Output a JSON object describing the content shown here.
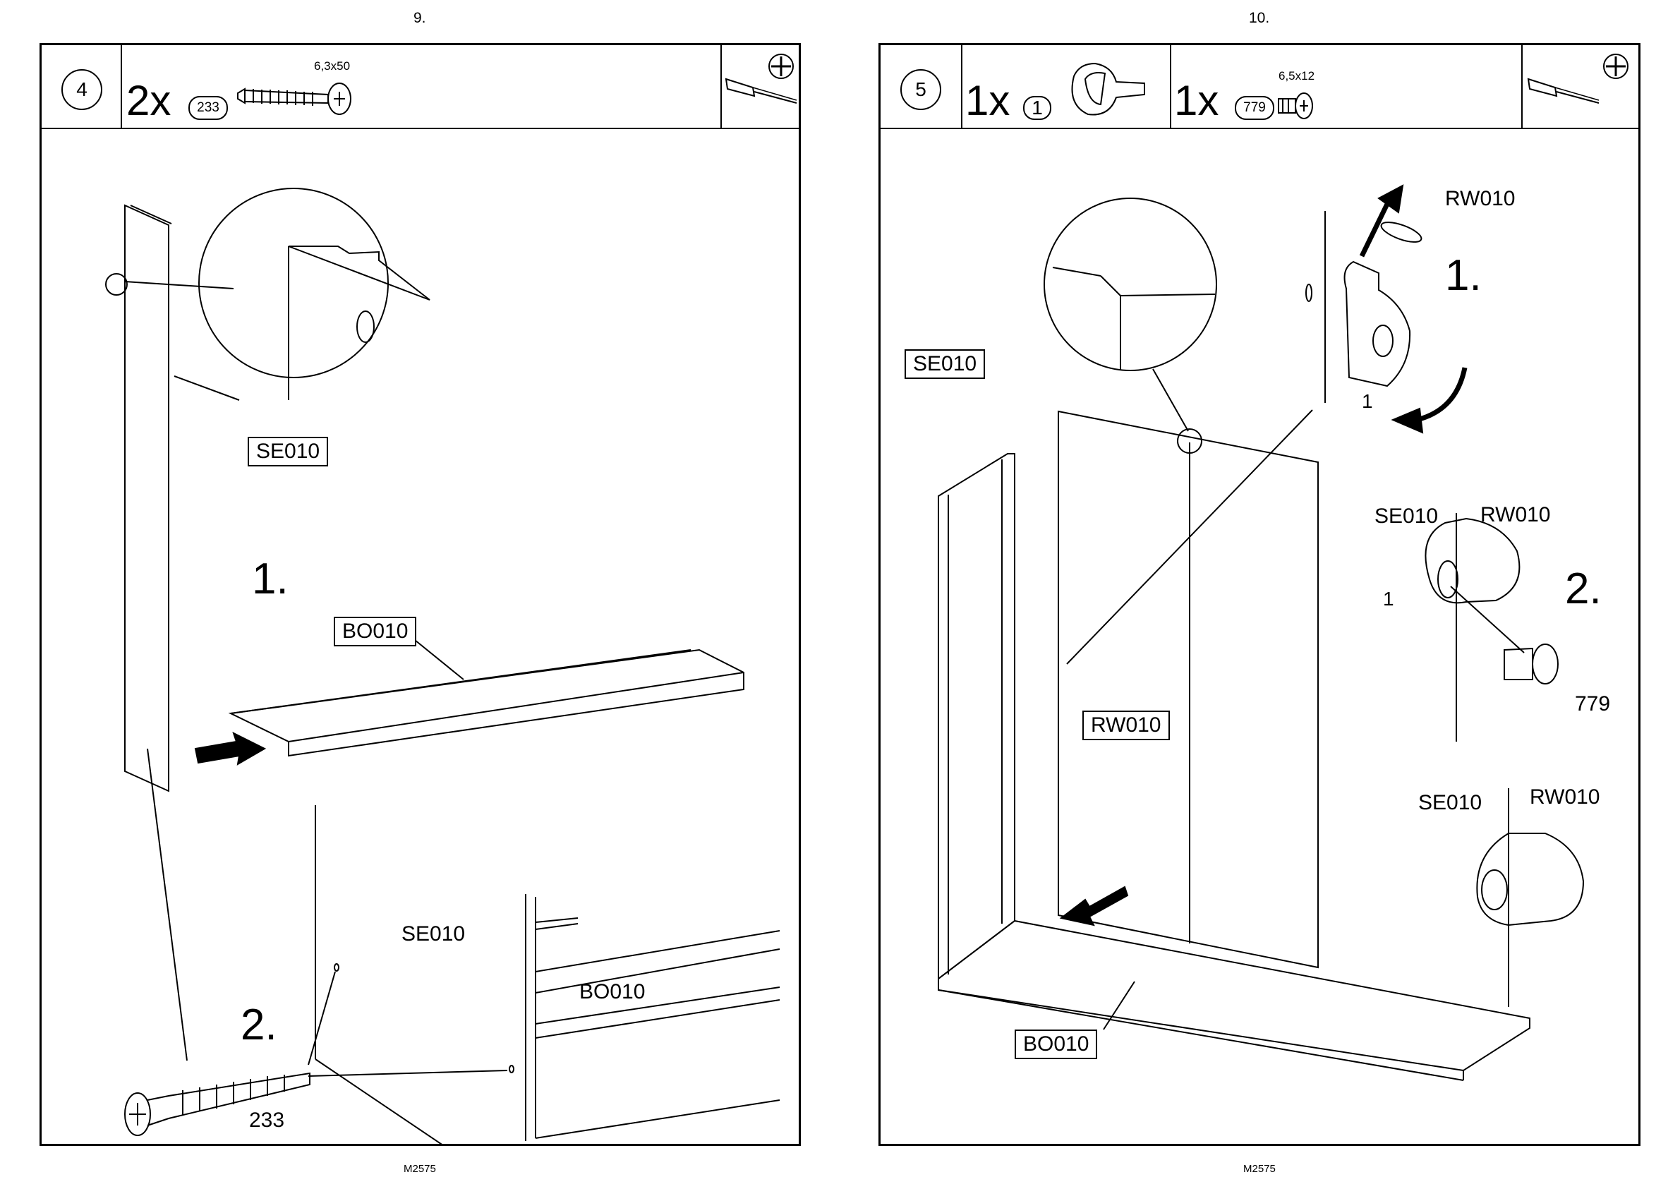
{
  "left": {
    "page_number": "9.",
    "footer": "M2575",
    "step_number": "4",
    "header": {
      "quantity": "2x",
      "part_ref": "233",
      "dimension": "6,3x50"
    },
    "tool_icons": [
      "screwdriver-icon",
      "phillips-head-icon"
    ],
    "labels": {
      "panel_se": "SE010",
      "panel_bo": "BO010",
      "step1": "1.",
      "step2": "2.",
      "detail_se": "SE010",
      "detail_bo": "BO010",
      "screw_num": "233"
    }
  },
  "right": {
    "page_number": "10.",
    "footer": "M2575",
    "step_number": "5",
    "header": {
      "quantity1": "1x",
      "part_ref1": "1",
      "quantity2": "1x",
      "part_ref2": "779",
      "dimension2": "6,5x12"
    },
    "tool_icons": [
      "screwdriver-icon",
      "phillips-head-icon"
    ],
    "labels": {
      "panel_se": "SE010",
      "panel_rw": "RW010",
      "panel_bo": "BO010",
      "rw_top": "RW010",
      "step1": "1.",
      "part1_a": "1",
      "se_mid": "SE010",
      "rw_mid": "RW010",
      "step2": "2.",
      "part1_b": "1",
      "screw_779": "779",
      "se_bot": "SE010",
      "rw_bot": "RW010"
    }
  }
}
